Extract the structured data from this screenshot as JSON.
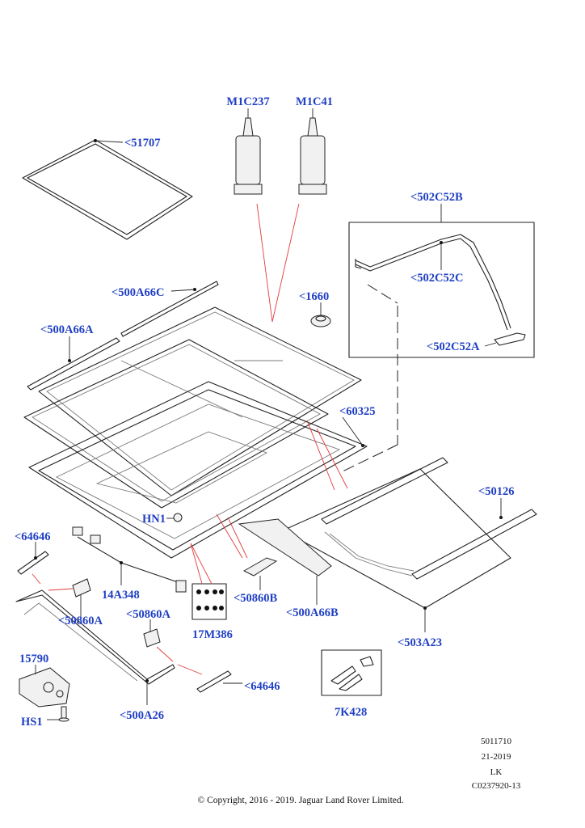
{
  "callouts": {
    "c51707": "<51707",
    "m1c237": "M1C237",
    "m1c41": "M1C41",
    "c502c52b": "<502C52B",
    "c502c52c": "<502C52C",
    "c502c52a": "<502C52A",
    "c500a66c": "<500A66C",
    "c1660": "<1660",
    "c500a66a": "<500A66A",
    "c60325": "<60325",
    "c50126": "<50126",
    "hn1": "HN1",
    "c64646_left": "<64646",
    "c14a348": "14A348",
    "c50860a_left": "<50860A",
    "c50860b": "<50860B",
    "c500a66b": "<500A66B",
    "c503a23": "<503A23",
    "c50860a_mid": "<50860A",
    "c17m386": "17M386",
    "c15790": "15790",
    "c64646_right": "<64646",
    "c7k428": "7K428",
    "c500a26": "<500A26",
    "hs1": "HS1"
  },
  "meta": {
    "line1": "5011710",
    "line2": "21-2019",
    "line3": "LK",
    "line4": "C0237920-13"
  },
  "copyright": "© Copyright, 2016 - 2019. Jaguar Land Rover Limited.",
  "colors": {
    "callout_text": "#1f3fc4",
    "linework": "#222222",
    "leader_red": "#e23b3b"
  }
}
